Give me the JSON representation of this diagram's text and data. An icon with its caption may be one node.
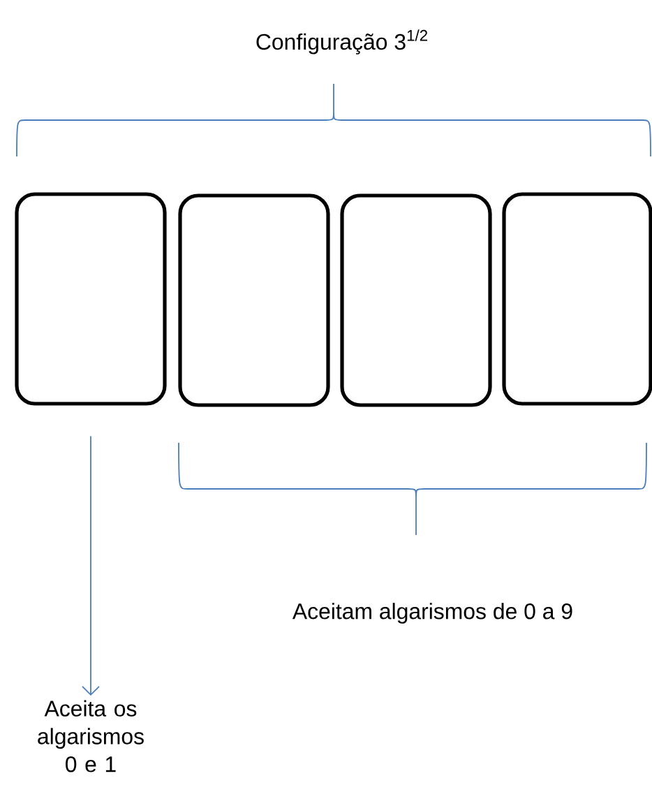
{
  "diagram": {
    "title": "Configuração 3$^{1/2}$",
    "nodes": [
      {
        "text": [],
        "shape": "box"
      },
      {
        "text": [],
        "shape": "box"
      },
      {
        "text": [],
        "shape": "box"
      },
      {
        "text": [],
        "shape": "box"
      },
      {
        "text": [
          "Aceita os algarismos 0 e 1"
        ]
      }
    ],
    "edges": [
      {
        "from": 0,
        "to": 4,
        "arrow": "to"
      }
    ],
    "labels": [
      "Aceitam algarismos de 0 a 9"
    ]
  }
}
